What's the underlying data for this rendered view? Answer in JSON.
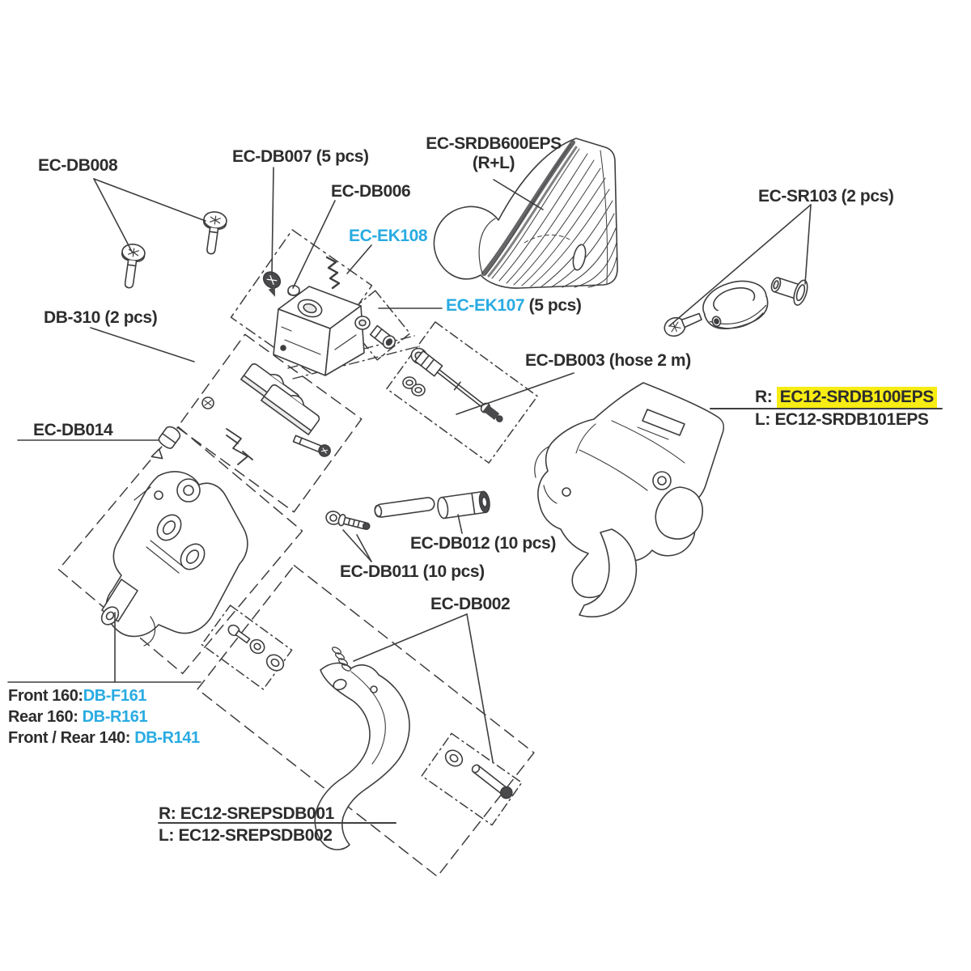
{
  "colors": {
    "background": "#ffffff",
    "ink": "#2d2d2e",
    "line_art": "#3e3e40",
    "accent_cyan": "#29abe2",
    "highlight_yellow": "#f7ec13"
  },
  "diagram_type": "exploded-parts-diagram",
  "labels": {
    "ec_db008": "EC-DB008",
    "ec_db007": "EC-DB007 (5 pcs)",
    "ec_db006": "EC-DB006",
    "ec_ek108": "EC-EK108",
    "ec_srdb600_line1": "EC-SRDB600EPS",
    "ec_srdb600_line2": "(R+L)",
    "ec_sr103": "EC-SR103 (2 pcs)",
    "db_310": "DB-310 (2 pcs)",
    "ec_ek107_code": "EC-EK107",
    "ec_ek107_qty": " (5 pcs)",
    "ec_db003": "EC-DB003 (hose 2 m)",
    "lever_right_r_prefix": "R: ",
    "lever_right_r_code": "EC12-SRDB100EPS",
    "lever_right_l": "L: EC12-SRDB101EPS",
    "ec_db014": "EC-DB014",
    "ec_db012": "EC-DB012 (10 pcs)",
    "ec_db011": "EC-DB011 (10 pcs)",
    "ec_db002": "EC-DB002",
    "rotor_front160_label": "Front 160:",
    "rotor_front160_code": "DB-F161",
    "rotor_rear160_label": "Rear 160: ",
    "rotor_rear160_code": "DB-R161",
    "rotor_140_label": "Front / Rear 140: ",
    "rotor_140_code": "DB-R141",
    "lever_bottom_r": "R: EC12-SREPSDB001",
    "lever_bottom_l": "L: EC12-SREPSDB002"
  }
}
